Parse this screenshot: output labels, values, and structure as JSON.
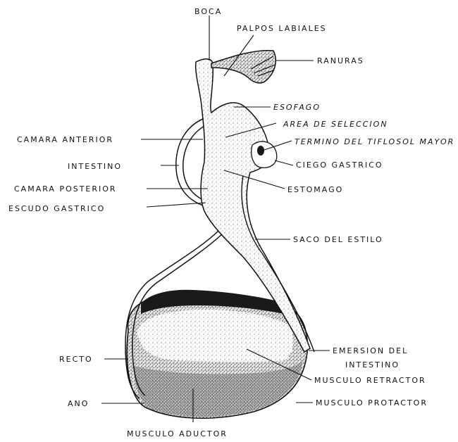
{
  "colors": {
    "ink": "#111111",
    "shade_light": "#d9d9d9",
    "shade_mid": "#bdbdbd",
    "shade_dark": "#8c8c8c",
    "shade_black": "#1a1a1a",
    "background": "#ffffff"
  },
  "labels": {
    "boca": "BOCA",
    "palpos_labiales": "PALPOS LABIALES",
    "ranuras": "RANURAS",
    "esofago": "ESOFAGO",
    "area_seleccion": "AREA DE SELECCION",
    "termino_tiflosol": "TERMINO DEL TIFLOSOL MAYOR",
    "camara_anterior": "CAMARA ANTERIOR",
    "ciego_gastrico": "CIEGO GASTRICO",
    "intestino": "INTESTINO",
    "estomago": "ESTOMAGO",
    "camara_posterior": "CAMARA POSTERIOR",
    "escudo_gastrico": "ESCUDO GASTRICO",
    "saco_estilo": "SACO DEL ESTILO",
    "emersion_line1": "EMERSION DEL",
    "emersion_line2": "INTESTINO",
    "recto": "RECTO",
    "musculo_retractor": "MUSCULO RETRACTOR",
    "ano": "ANO",
    "musculo_protactor": "MUSCULO PROTACTOR",
    "musculo_aductor": "MUSCULO ADUCTOR"
  }
}
